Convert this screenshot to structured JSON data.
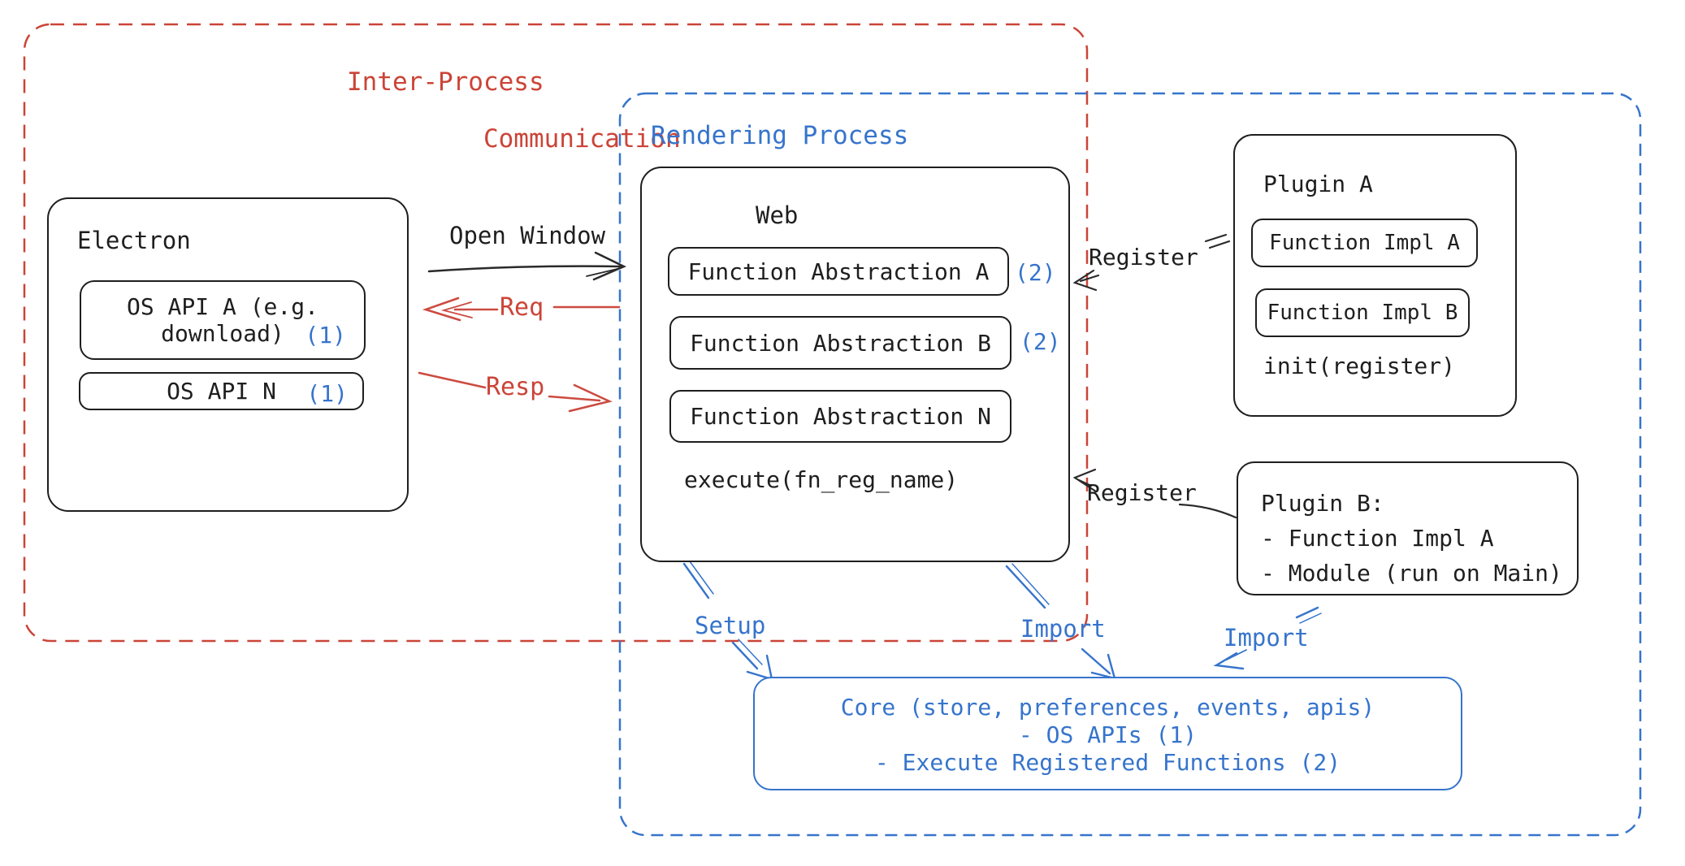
{
  "colors": {
    "ink": "#1e1e1e",
    "red": "#cb4437",
    "blue": "#3674cc",
    "background": "#ffffff"
  },
  "ipc_region": {
    "label_line1": "Inter-Process",
    "label_line2": "Communication"
  },
  "rendering_region": {
    "label": "Rendering Process"
  },
  "electron": {
    "title": "Electron",
    "os_api_a_line1": "OS API A (e.g.",
    "os_api_a_line2": "download)",
    "os_api_a_num": "(1)",
    "os_api_n": "OS API N",
    "os_api_n_num": "(1)"
  },
  "web": {
    "title": "Web",
    "abstraction_a": "Function Abstraction A",
    "abstraction_a_num": "(2)",
    "abstraction_b": "Function Abstraction B",
    "abstraction_b_num": "(2)",
    "abstraction_n": "Function Abstraction N",
    "execute": "execute(fn_reg_name)"
  },
  "plugin_a": {
    "title": "Plugin A",
    "impl_a": "Function Impl A",
    "impl_b": "Function Impl B",
    "init": "init(register)"
  },
  "plugin_b": {
    "title": "Plugin B:",
    "item_1": "- Function Impl A",
    "item_2": "- Module (run on Main)"
  },
  "core": {
    "line1": "Core (store, preferences, events, apis)",
    "line2": "- OS APIs (1)",
    "line3": "- Execute Registered Functions (2)"
  },
  "arrows": {
    "open_window": "Open Window",
    "req": "Req",
    "resp": "Resp",
    "register_top": "Register",
    "register_bottom": "Register",
    "setup": "Setup",
    "import_mid": "Import",
    "import_right": "Import"
  }
}
